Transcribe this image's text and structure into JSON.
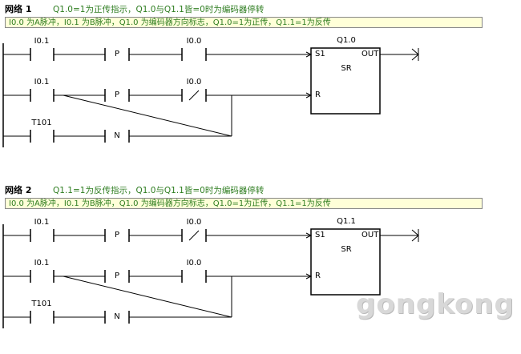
{
  "networks": [
    {
      "title": "网络 1",
      "comment": "Q1.0=1为正传指示，Q1.0与Q1.1皆=0时为编码器停转",
      "description": "I0.0 为A脉冲，I0.1 为B脉冲，Q1.0 为编码器方向标志，Q1.0=1为正传，Q1.1=1为反传",
      "rungs": [
        {
          "contact_label": "I0.1",
          "edge": "P",
          "second_label": "I0.0",
          "second_type": "NO"
        },
        {
          "contact_label": "I0.1",
          "edge": "P",
          "second_label": "I0.0",
          "second_type": "NC"
        },
        {
          "contact_label": "T101",
          "edge": "N",
          "second_label": "",
          "second_type": "none"
        }
      ],
      "coil": {
        "label": "Q1.0",
        "name": "SR",
        "pin_s": "S1",
        "pin_r": "R",
        "pin_out": "OUT"
      }
    },
    {
      "title": "网络 2",
      "comment": "Q1.1=1为反传指示，Q1.0与Q1.1皆=0时为编码器停转",
      "description": "I0.0 为A脉冲，I0.1 为B脉冲，Q1.0 为编码器方向标志，Q1.0=1为正传，Q1.1=1为反传",
      "rungs": [
        {
          "contact_label": "I0.1",
          "edge": "P",
          "second_label": "I0.0",
          "second_type": "NC"
        },
        {
          "contact_label": "I0.1",
          "edge": "P",
          "second_label": "I0.0",
          "second_type": "NO"
        },
        {
          "contact_label": "T101",
          "edge": "N",
          "second_label": "",
          "second_type": "none"
        }
      ],
      "coil": {
        "label": "Q1.1",
        "name": "SR",
        "pin_s": "S1",
        "pin_r": "R",
        "pin_out": "OUT"
      }
    }
  ],
  "watermark": "gongkong"
}
